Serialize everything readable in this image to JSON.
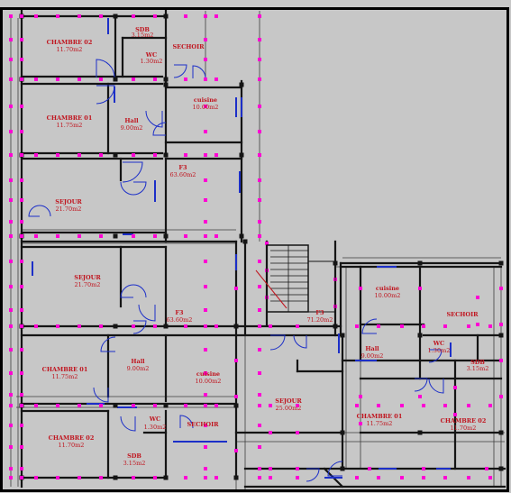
{
  "plan": {
    "colors": {
      "background": "#c7c7c7",
      "wall": "#151515",
      "fine_line": "#3c3c3c",
      "window": "#1c2fc8",
      "label": "#c0141e",
      "marker": "#ff00d4",
      "frame": "#000000",
      "annotation": "#c0141e"
    },
    "rooms": [
      {
        "id": "ch02-top",
        "label": "CHAMBRE 02",
        "area": "11.70m2"
      },
      {
        "id": "sdb-top",
        "label": "SDB",
        "area": "3.15m2"
      },
      {
        "id": "wc-top",
        "label": "WC",
        "area": "1.30m2"
      },
      {
        "id": "sechoir-top",
        "label": "SECHOIR",
        "area": ""
      },
      {
        "id": "ch01-top",
        "label": "CHAMBRE 01",
        "area": "11.75m2"
      },
      {
        "id": "hall-top",
        "label": "Hall",
        "area": "9.00m2"
      },
      {
        "id": "cuisine-top",
        "label": "cuisine",
        "area": "10.00m2"
      },
      {
        "id": "f3-top",
        "label": "F3",
        "area": "63.60m2"
      },
      {
        "id": "sejour-top",
        "label": "SEJOUR",
        "area": "21.70m2"
      },
      {
        "id": "sejour-mid",
        "label": "SEJOUR",
        "area": "21.70m2"
      },
      {
        "id": "f3-mid",
        "label": "F3",
        "area": "63.60m2"
      },
      {
        "id": "ch01-bot",
        "label": "CHAMBRE 01",
        "area": "11.75m2"
      },
      {
        "id": "hall-bot",
        "label": "Hall",
        "area": "9.00m2"
      },
      {
        "id": "cuisine-bot",
        "label": "cuisine",
        "area": "10.00m2"
      },
      {
        "id": "wc-bot",
        "label": "WC",
        "area": "1.30m2"
      },
      {
        "id": "sechoir-bot",
        "label": "SECHOIR",
        "area": ""
      },
      {
        "id": "ch02-bot",
        "label": "CHAMBRE 02",
        "area": "11.70m2"
      },
      {
        "id": "sdb-bot",
        "label": "SDB",
        "area": "3.15m2"
      },
      {
        "id": "sejour-right",
        "label": "SEJOUR",
        "area": "25.00m2"
      },
      {
        "id": "f3-right",
        "label": "F3",
        "area": "71.20m2"
      },
      {
        "id": "cuisine-right",
        "label": "cuisine",
        "area": "10.00m2"
      },
      {
        "id": "sechoir-right",
        "label": "SECHOIR",
        "area": ""
      },
      {
        "id": "hall-right",
        "label": "Hall",
        "area": "9.00m2"
      },
      {
        "id": "wc-right",
        "label": "WC",
        "area": "1.30m2"
      },
      {
        "id": "sdb-right",
        "label": "SDB",
        "area": "3.15m2"
      },
      {
        "id": "ch01-right",
        "label": "CHAMBRE 01",
        "area": "11.75m2"
      },
      {
        "id": "ch02-right",
        "label": "CHAMBRE 02",
        "area": "11.70m2"
      }
    ]
  }
}
